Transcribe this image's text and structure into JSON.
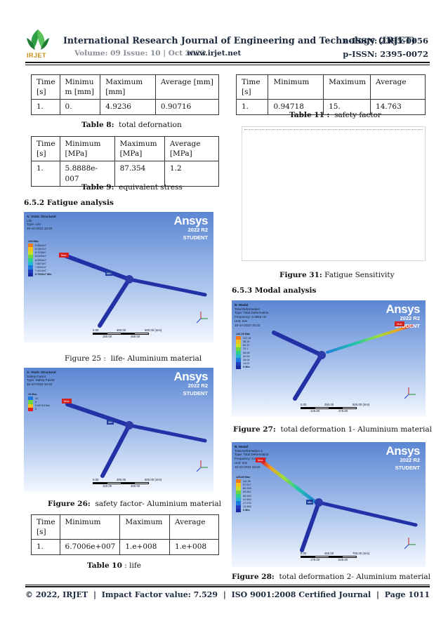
{
  "header": {
    "logo_text": "IRJET",
    "journal_title": "International Research Journal of Engineering and Technology (IRJET)",
    "e_issn": "e-ISSN: 2395-0056",
    "issue": "Volume: 09 Issue: 10 | Oct 2022",
    "website": "www.irjet.net",
    "p_issn": "p-ISSN: 2395-0072"
  },
  "table_deformation": {
    "rows": [
      [
        "Time [s]",
        "Minimu m [mm]",
        "Maximum [mm]",
        "Average [mm]"
      ],
      [
        "1.",
        "0.",
        "4.9236",
        "0.90716"
      ]
    ]
  },
  "caption_table8": {
    "label": "Table 8:",
    "text": "total defornation"
  },
  "table_stress": {
    "rows": [
      [
        "Time [s]",
        "Minimum [MPa]",
        "Maximum [MPa]",
        "Average [MPa]"
      ],
      [
        "1.",
        "5.8888e-007",
        "87.354",
        "1.2"
      ]
    ]
  },
  "caption_table9": {
    "label": "Table 9:",
    "text": "equivalent stress"
  },
  "section_fatigue": "6.5.2 Fatigue analysis",
  "fig_life": {
    "lines": [
      "A: Static Structural",
      "Life",
      "Type: Life",
      "15-10-2022 15:33"
    ],
    "legend_title": "1e8 Max",
    "legend": [
      "9.5669e7",
      "9.1407e7",
      "8.7036e7",
      "8.0499e7",
      "8.0856e7",
      "7.8573e7",
      "7.5081e7",
      "7.0014e7"
    ],
    "legend_min": "6.7006e7 Min",
    "max_tag": "Max",
    "min_tag": "Min",
    "scale_top": [
      "0.00",
      "300.00",
      "600.00 (mm)"
    ],
    "scale_bot": [
      "150.00",
      "450.00"
    ]
  },
  "caption_fig25": {
    "label": "Figure 25 :",
    "text": "life- Aluminium material"
  },
  "fig_safety": {
    "lines": [
      "A: Static Structural",
      "Safety Factor",
      "Type: Safety Factor",
      "15-10-2022 15:33"
    ],
    "legend_title": "15 Max",
    "legend": [
      "10",
      "5",
      "0.94718 Min",
      "0"
    ],
    "max_tag": "Max",
    "min_tag": "Min",
    "scale_top": [
      "0.00",
      "300.00",
      "600.00 (mm)"
    ],
    "scale_bot": [
      "150.00",
      "450.00"
    ]
  },
  "caption_fig26": {
    "label": "Figure 26:",
    "text": "safety factor- Aluminium material"
  },
  "table_life": {
    "rows": [
      [
        "Time [s]",
        "Minimum",
        "Maximum",
        "Average"
      ],
      [
        "1.",
        "6.7006e+007",
        "1.e+008",
        "1.e+008"
      ]
    ]
  },
  "caption_table10": {
    "label": "Table 10",
    "text": ": life"
  },
  "table_safety": {
    "rows": [
      [
        "Time [s]",
        "Minimum",
        "Maximum",
        "Average"
      ],
      [
        "1.",
        "0.94718",
        "15.",
        "14.763"
      ]
    ]
  },
  "caption_table11": {
    "label": "Table 11 :",
    "text": "safety factor"
  },
  "caption_fig31": {
    "label": "Figure 31:",
    "text": "Fatigue Sensitivity"
  },
  "section_modal": "6.5.3  Modal analysis",
  "fig_mode1": {
    "lines": [
      "B: Modal",
      "Total Deformation",
      "Type: Total Deformation",
      "Frequency: 4.0853 Hz",
      "Unit: mm",
      "15-10-2022 15:23"
    ],
    "legend_title": "126.18 Max",
    "legend": [
      "112.16",
      "98.14",
      "84.12",
      "70.1",
      "56.08",
      "42.06",
      "28.04",
      "14.02"
    ],
    "legend_min": "0 Min",
    "max_tag": "Max",
    "scale_top": [
      "0.00",
      "250.00",
      "500.00 (mm)"
    ],
    "scale_bot": [
      "125.00",
      "375.00"
    ]
  },
  "caption_fig27": {
    "label": "Figure 27:",
    "text": "total deformation 1- Aluminium material"
  },
  "fig_mode2": {
    "lines": [
      "B: Modal",
      "Total Deformation 2",
      "Type: Total Deformation",
      "Frequency: 4.0866 Hz",
      "Unit: mm",
      "15-10-2022 15:23"
    ],
    "legend_title": "125.89 Max",
    "legend": [
      "111.90",
      "97.917",
      "83.929",
      "69.941",
      "55.953",
      "41.964",
      "27.976",
      "13.988"
    ],
    "legend_min": "0 Min",
    "max_tag": "Max",
    "min_tag": "Min",
    "scale_top": [
      "0.00",
      "350.00",
      "700.00 (mm)"
    ],
    "scale_bot": [
      "175.00",
      "525.00"
    ]
  },
  "caption_fig28": {
    "label": "Figure 28:",
    "text": "total deformation 2- Aluminium material"
  },
  "ansys": {
    "brand": "Ansys",
    "version": "2022 R2",
    "edition": "STUDENT",
    "brand_color": "#ffffff"
  },
  "footer": {
    "copyright": "© 2022, IRJET",
    "sep1": "|",
    "impact": "Impact Factor value: 7.529",
    "sep2": "|",
    "iso": "ISO 9001:2008 Certified Journal",
    "sep3": "|",
    "page": "Page 1011"
  }
}
